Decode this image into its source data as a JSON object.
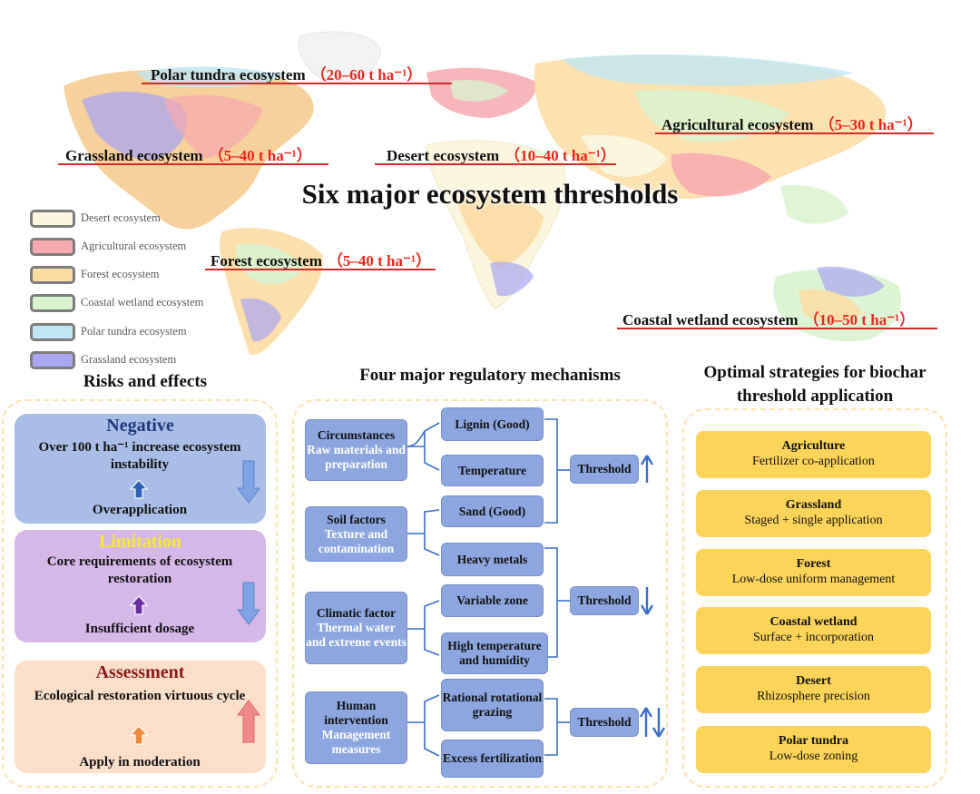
{
  "map": {
    "title": "Six major ecosystem thresholds",
    "labels": [
      {
        "name": "Polar tundra ecosystem",
        "value": "（20–60 t ha⁻¹）"
      },
      {
        "name": "Agricultural ecosystem",
        "value": "（5–30 t ha⁻¹）"
      },
      {
        "name": "Grassland ecosystem",
        "value": "（5–40 t ha⁻¹）"
      },
      {
        "name": "Desert ecosystem",
        "value": "（10–40 t ha⁻¹）"
      },
      {
        "name": "Forest ecosystem",
        "value": "（5–40 t ha⁻¹）"
      },
      {
        "name": "Coastal wetland ecosystem",
        "value": "（10–50 t ha⁻¹）"
      }
    ],
    "legend": [
      {
        "label": "Desert ecosystem",
        "color": "#fbf6de"
      },
      {
        "label": "Agricultural ecosystem",
        "color": "#f6a9b0"
      },
      {
        "label": "Forest ecosystem",
        "color": "#fbdca3"
      },
      {
        "label": "Coastal wetland ecosystem",
        "color": "#d9f3cf"
      },
      {
        "label": "Polar tundra ecosystem",
        "color": "#bfe6f2"
      },
      {
        "label": "Grassland ecosystem",
        "color": "#a9a6f2"
      }
    ]
  },
  "risks": {
    "heading": "Risks and effects",
    "negative": {
      "title": "Negative",
      "text": "Over 100 t ha⁻¹ increase ecosystem instability",
      "foot": "Overapplication"
    },
    "limitation": {
      "title": "Limitation",
      "text": "Core requirements of ecosystem restoration",
      "foot": "Insufficient dosage"
    },
    "assessment": {
      "title": "Assessment",
      "text": "Ecological restoration virtuous cycle",
      "foot": "Apply in moderation"
    }
  },
  "mechanisms": {
    "heading": "Four major regulatory mechanisms",
    "groups": [
      {
        "title": "Circumstances",
        "subtitle": "Raw materials and preparation"
      },
      {
        "title": "Soil factors",
        "subtitle": "Texture and contamination"
      },
      {
        "title": "Climatic factor",
        "subtitle": "Thermal water and extreme events"
      },
      {
        "title": "Human intervention",
        "subtitle": "Management measures"
      }
    ],
    "factors": [
      "Lignin (Good)",
      "Temperature",
      "Sand (Good)",
      "Heavy metals",
      "Variable zone",
      "High temperature and humidity",
      "Rational rotational grazing",
      "Excess fertilization"
    ],
    "threshold_label": "Threshold",
    "threshold_effects": [
      "up",
      "down",
      "up-down"
    ]
  },
  "strategies": {
    "heading": "Optimal strategies for biochar threshold application",
    "items": [
      {
        "title": "Agriculture",
        "desc": "Fertilizer co-application"
      },
      {
        "title": "Grassland",
        "desc": "Staged + single application"
      },
      {
        "title": "Forest",
        "desc": "Low-dose uniform management"
      },
      {
        "title": "Coastal wetland",
        "desc": "Surface + incorporation"
      },
      {
        "title": "Desert",
        "desc": "Rhizosphere precision"
      },
      {
        "title": "Polar tundra",
        "desc": "Low-dose zoning"
      }
    ]
  }
}
